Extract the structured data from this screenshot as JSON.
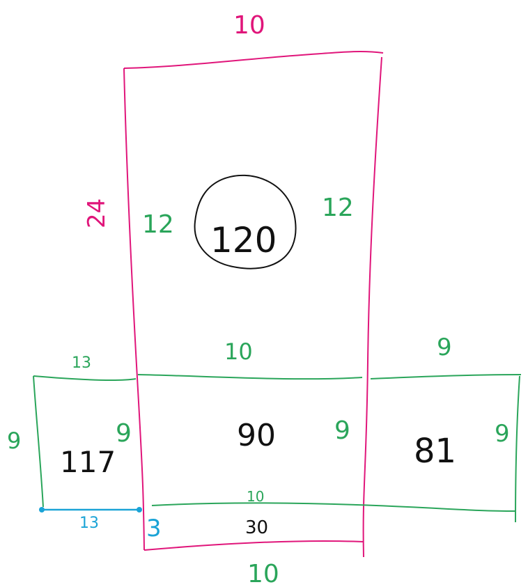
{
  "colors": {
    "magenta": "#e0157a",
    "green": "#2aa55a",
    "blue": "#1aa3d6",
    "black": "#111111",
    "background": "#ffffff"
  },
  "labels": {
    "tall_top_width": "10",
    "tall_height": "24",
    "tall_bottom_width": "10",
    "top_block_left_side": "12",
    "top_block_right_side": "12",
    "top_block_area": "120",
    "middle_row_left_width": "13",
    "middle_row_center_width": "10",
    "middle_row_right_width": "9",
    "left_block_height": "9",
    "left_block_inner_height": "9",
    "left_block_area": "117",
    "center_block_right_height": "9",
    "center_block_area": "90",
    "right_block_area": "81",
    "right_block_height": "9",
    "bottom_inner_width": "10",
    "bottom_block_height": "3",
    "bottom_block_area": "30",
    "measure_13": "13"
  }
}
